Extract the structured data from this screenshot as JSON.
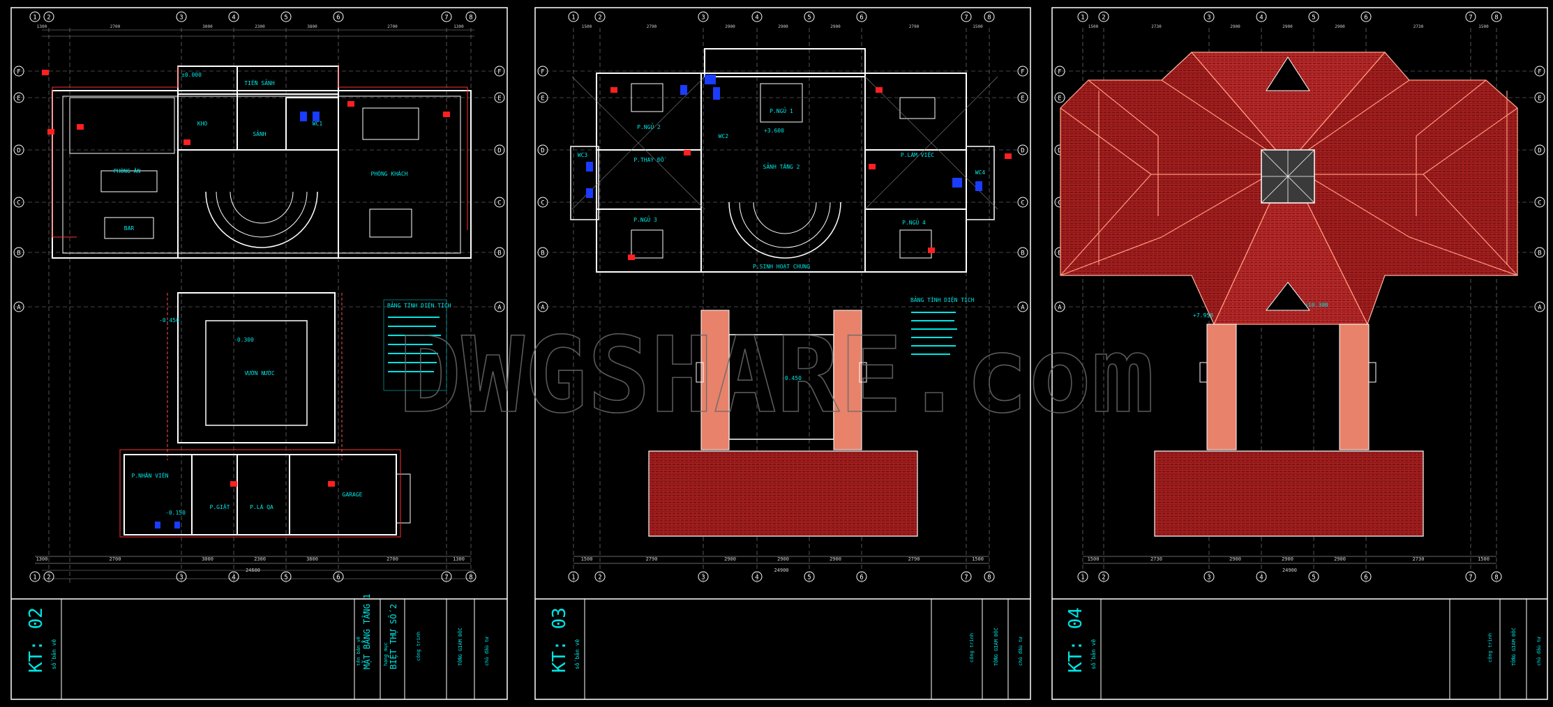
{
  "watermark": "DWGSHARE.com",
  "colors": {
    "background": "#000000",
    "frame": "#ffffff",
    "wall": "#ffffff",
    "grid_line": "#8a8a8a",
    "dimension": "#cfcfcf",
    "room_label": "#00e5e5",
    "tag": "#ff2020",
    "fixture": "#1a3cff",
    "roof_fill": "#7a1212",
    "roof_pattern": "#c62a2a",
    "roof_ridge": "#ff9a80",
    "column_fill": "#e8826a",
    "title_text": "#00e5e5",
    "yellow": "#ffe600",
    "watermark": "#5a5a5a"
  },
  "sheets": [
    {
      "sheet_no": "KT: 02",
      "drawing_title": "MẶT BẰNG TẦNG 1",
      "project_title": "BIỆT THỰ SỐ 2",
      "top_axes": [
        "1",
        "2",
        "3",
        "4",
        "5",
        "6",
        "7",
        "8"
      ],
      "row_axes": [
        "F",
        "E",
        "D",
        "C",
        "B",
        "A"
      ],
      "rooms": [
        "TIỀN SẢNH",
        "SẢNH",
        "KHO",
        "WC1",
        "PHÒNG ĂN",
        "BAR",
        "PHÒNG KHÁCH",
        "VƯỜN NƯỚC",
        "P.NHÂN VIÊN",
        "P.GIẶT",
        "P.LÀ QA",
        "GARAGE"
      ],
      "area_table_title": "BẢNG TÍNH DIỆN TÍCH",
      "dims_bottom": [
        "1300",
        "2700",
        "3000",
        "2300",
        "3800",
        "2700",
        "1300"
      ],
      "dims_total": "24600",
      "levels": [
        "±0.000",
        "-0.450",
        "-0.300",
        "-0.150"
      ]
    },
    {
      "sheet_no": "KT: 03",
      "drawing_title": "MẶT BẰNG TẦNG 2",
      "project_title": "BIỆT THỰ SỐ 2",
      "top_axes": [
        "1",
        "2",
        "3",
        "4",
        "5",
        "6",
        "7",
        "8"
      ],
      "row_axes": [
        "F",
        "E",
        "D",
        "C",
        "B",
        "A"
      ],
      "rooms": [
        "P.NGỦ 2",
        "P.NGỦ 1",
        "P.THAY ĐỒ",
        "SẢNH TẦNG 2",
        "P.LÀM VIỆC",
        "WC2",
        "WC3",
        "WC4",
        "P.NGỦ 3",
        "P.NGỦ 4",
        "P.SINH HOẠT CHUNG"
      ],
      "area_table_title": "BẢNG TÍNH DIỆN TÍCH",
      "dims_bottom": [
        "1500",
        "2790",
        "2900",
        "2900",
        "2900",
        "2790",
        "1500"
      ],
      "dims_total": "24900",
      "levels": [
        "+3.600",
        "-0.450"
      ]
    },
    {
      "sheet_no": "KT: 04",
      "drawing_title": "MẶT BẰNG MÁI",
      "project_title": "BIỆT THỰ SỐ 2",
      "top_axes": [
        "1",
        "2",
        "3",
        "4",
        "5",
        "6",
        "7",
        "8"
      ],
      "row_axes": [
        "F",
        "E",
        "D",
        "C",
        "B",
        "A"
      ],
      "dims_bottom": [
        "1500",
        "2730",
        "2900",
        "2900",
        "2900",
        "2730",
        "1500"
      ],
      "dims_total": "24900",
      "levels": [
        "+7.950",
        "+10.300"
      ]
    }
  ],
  "titleblock": {
    "so_ban_ve": "số bản vẽ",
    "ten_ban_ve": "tên bản vẽ",
    "hang_muc": "hạng mục",
    "cong_trinh": "công trình",
    "tong_giam_doc": "TỔNG GIÁM ĐỐC",
    "chu_dau_tu": "chủ đầu tư"
  }
}
